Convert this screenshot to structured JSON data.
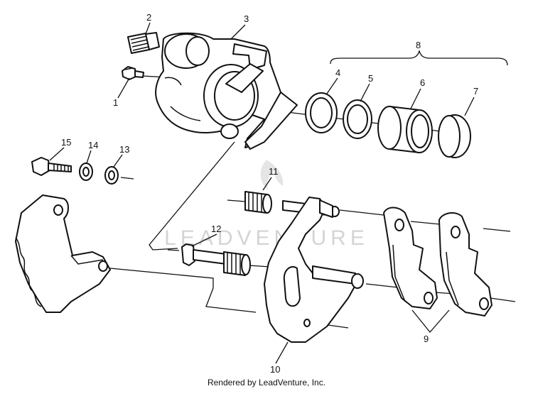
{
  "watermark": "LEADVENTURE",
  "callouts": {
    "c1": "1",
    "c2": "2",
    "c3": "3",
    "c4": "4",
    "c5": "5",
    "c6": "6",
    "c7": "7",
    "c8": "8",
    "c9": "9",
    "c10": "10",
    "c11": "11",
    "c12": "12",
    "c13": "13",
    "c14": "14",
    "c15": "15"
  },
  "footer": "Rendered by LeadVenture, Inc."
}
